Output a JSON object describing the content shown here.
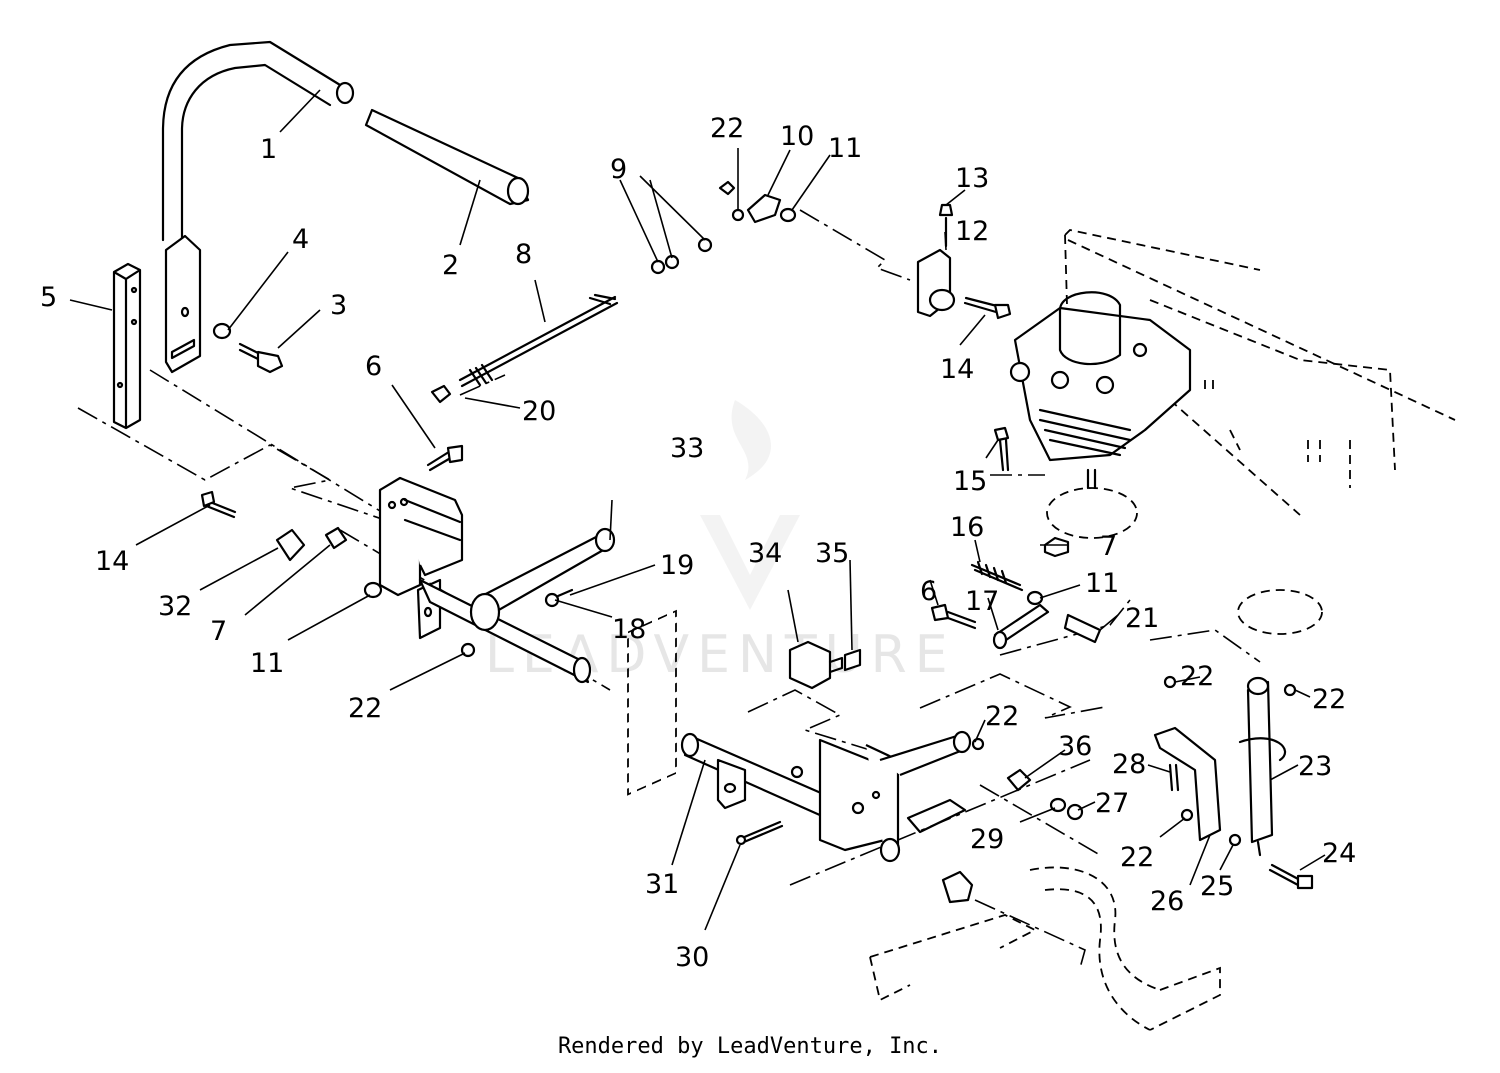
{
  "diagram": {
    "watermark": "LEADVENTURE",
    "footer": "Rendered by LeadVenture, Inc.",
    "callouts": [
      {
        "id": "c1",
        "label": "1"
      },
      {
        "id": "c2",
        "label": "2"
      },
      {
        "id": "c3",
        "label": "3"
      },
      {
        "id": "c4",
        "label": "4"
      },
      {
        "id": "c5",
        "label": "5"
      },
      {
        "id": "c6a",
        "label": "6"
      },
      {
        "id": "c6b",
        "label": "6"
      },
      {
        "id": "c7a",
        "label": "7"
      },
      {
        "id": "c7b",
        "label": "7"
      },
      {
        "id": "c8",
        "label": "8"
      },
      {
        "id": "c9",
        "label": "9"
      },
      {
        "id": "c10",
        "label": "10"
      },
      {
        "id": "c11a",
        "label": "11"
      },
      {
        "id": "c11b",
        "label": "11"
      },
      {
        "id": "c11c",
        "label": "11"
      },
      {
        "id": "c12",
        "label": "12"
      },
      {
        "id": "c13",
        "label": "13"
      },
      {
        "id": "c14a",
        "label": "14"
      },
      {
        "id": "c14b",
        "label": "14"
      },
      {
        "id": "c15",
        "label": "15"
      },
      {
        "id": "c16",
        "label": "16"
      },
      {
        "id": "c17",
        "label": "17"
      },
      {
        "id": "c18",
        "label": "18"
      },
      {
        "id": "c19",
        "label": "19"
      },
      {
        "id": "c20",
        "label": "20"
      },
      {
        "id": "c21",
        "label": "21"
      },
      {
        "id": "c22a",
        "label": "22"
      },
      {
        "id": "c22b",
        "label": "22"
      },
      {
        "id": "c22c",
        "label": "22"
      },
      {
        "id": "c22d",
        "label": "22"
      },
      {
        "id": "c22e",
        "label": "22"
      },
      {
        "id": "c22f",
        "label": "22"
      },
      {
        "id": "c23",
        "label": "23"
      },
      {
        "id": "c24",
        "label": "24"
      },
      {
        "id": "c25",
        "label": "25"
      },
      {
        "id": "c26",
        "label": "26"
      },
      {
        "id": "c27",
        "label": "27"
      },
      {
        "id": "c28",
        "label": "28"
      },
      {
        "id": "c29",
        "label": "29"
      },
      {
        "id": "c30",
        "label": "30"
      },
      {
        "id": "c31",
        "label": "31"
      },
      {
        "id": "c32",
        "label": "32"
      },
      {
        "id": "c33",
        "label": "33"
      },
      {
        "id": "c34",
        "label": "34"
      },
      {
        "id": "c35",
        "label": "35"
      },
      {
        "id": "c36",
        "label": "36"
      }
    ]
  }
}
